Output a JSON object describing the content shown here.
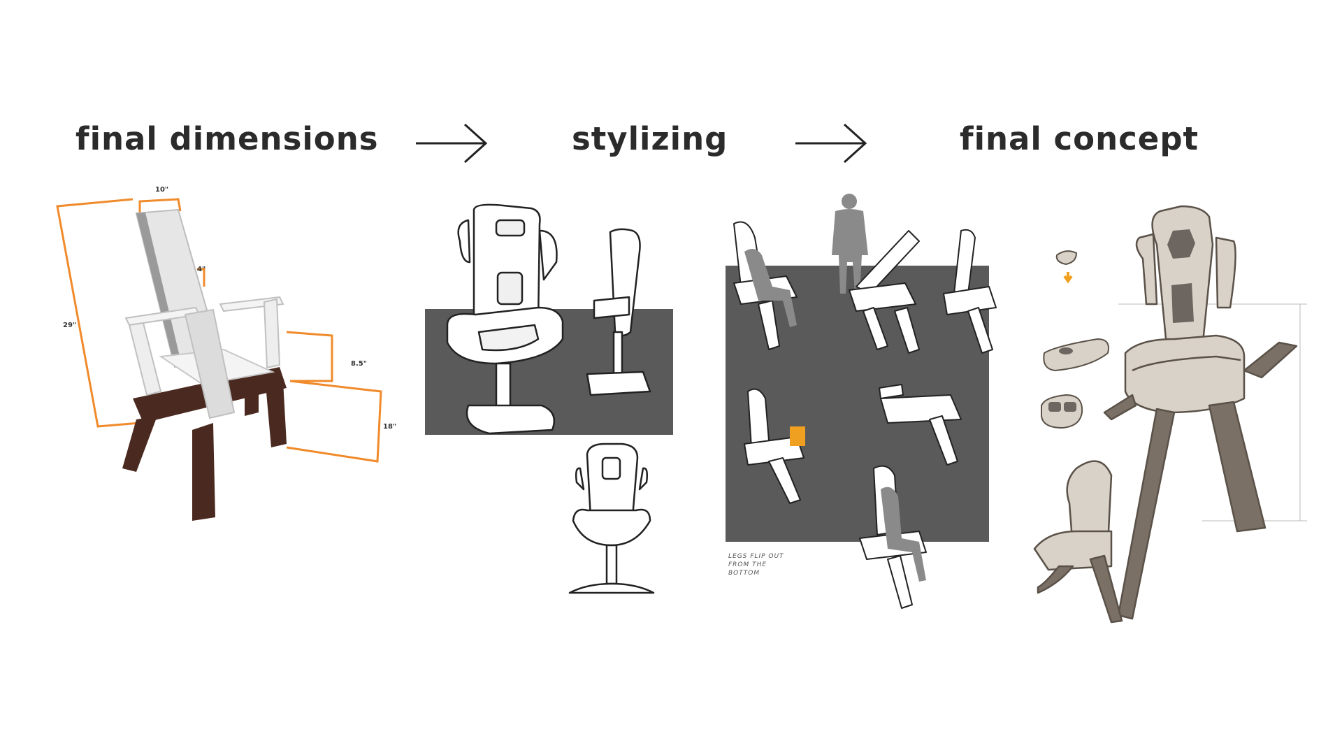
{
  "stages": [
    {
      "title": "final dimensions"
    },
    {
      "title": "stylizing"
    },
    {
      "title": "final concept"
    }
  ],
  "dimensions": {
    "width": "10\"",
    "depth": "4\"",
    "height": "29\"",
    "arm": "8.5\"",
    "seat": "18\""
  },
  "notes": {
    "line1": "LEGS FLIP OUT",
    "line2": "FROM THE",
    "line3": "BOTTOM"
  },
  "colors": {
    "title": "#2b2b2b",
    "dimension_line": "#f08a2a",
    "panel_gray": "#5a5a5a",
    "wood": "#4a2a20",
    "sketch_fill": "#d8d2c8",
    "highlight": "#f0a020"
  }
}
